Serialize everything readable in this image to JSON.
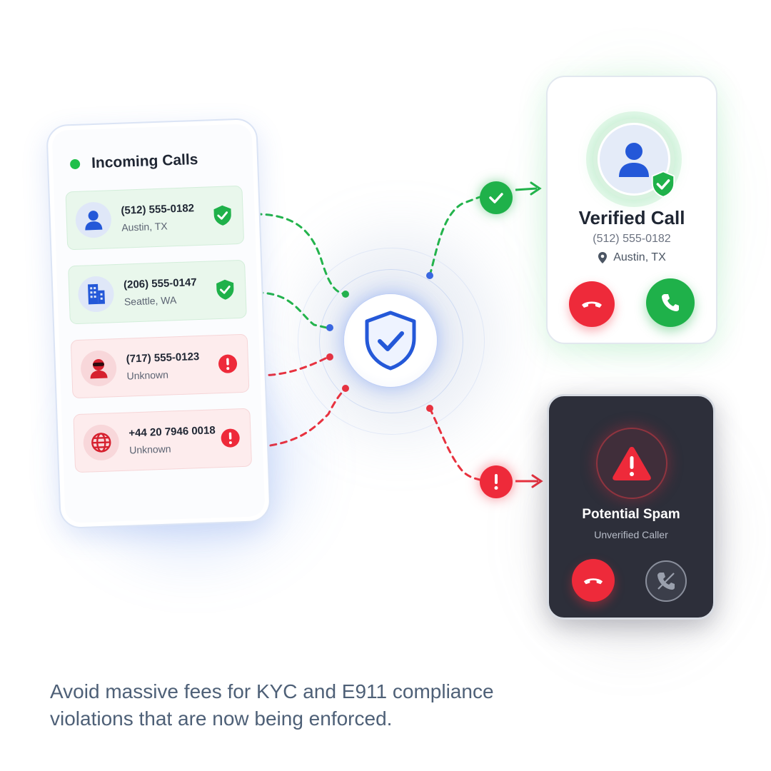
{
  "incoming": {
    "title": "Incoming Calls",
    "calls": [
      {
        "number": "(512) 555-0182",
        "location": "Austin, TX",
        "status": "verified",
        "icon": "person-icon"
      },
      {
        "number": "(206) 555-0147",
        "location": "Seattle, WA",
        "status": "verified",
        "icon": "building-icon"
      },
      {
        "number": "(717) 555-0123",
        "location": "Unknown",
        "status": "warning",
        "icon": "masked-caller-icon"
      },
      {
        "number": "+44 20 7946 0018",
        "location": "Unknown",
        "status": "warning",
        "icon": "globe-icon"
      }
    ]
  },
  "verified": {
    "title": "Verified Call",
    "number": "(512) 555-0182",
    "location": "Austin, TX"
  },
  "spam": {
    "title": "Potential Spam",
    "subtitle": "Unverified Caller"
  },
  "caption": "Avoid massive fees for KYC and E911 compliance violations that are now being enforced.",
  "colors": {
    "green": "#1fb14a",
    "red": "#ee2a3a",
    "blue": "#2458d8",
    "dark_card": "#2d2f3a",
    "caption": "#4e6077"
  }
}
